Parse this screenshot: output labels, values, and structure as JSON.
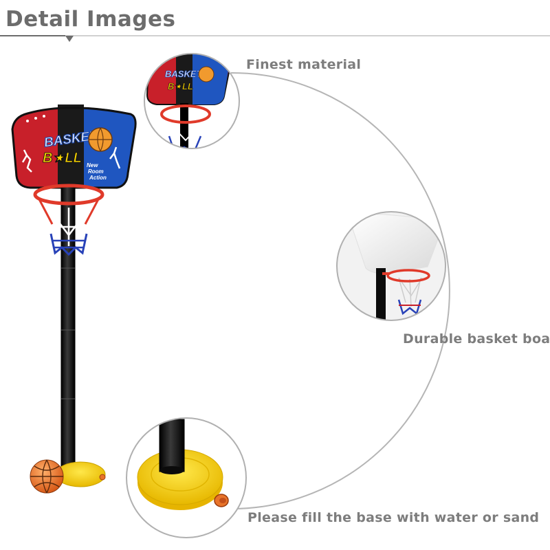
{
  "header": {
    "title": "Detail Images"
  },
  "product": {
    "board_text_line1": "BASKET",
    "board_text_line2": "B★LL",
    "board_small_text": [
      "New",
      "Room",
      "Action"
    ]
  },
  "details": [
    {
      "caption": "Finest material"
    },
    {
      "caption": "Durable basket board"
    },
    {
      "caption": "Please fill the base with water or sand"
    }
  ],
  "colors": {
    "header_text": "#6c6c6c",
    "caption_text": "#7d7d7d",
    "board_red": "#c8202a",
    "board_blue": "#1f56c0",
    "board_black": "#1a1a1a",
    "hoop_red": "#e03a2a",
    "net_blue": "#2842b8",
    "base_yellow": "#f6d300",
    "ball_orange": "#e8742a"
  }
}
